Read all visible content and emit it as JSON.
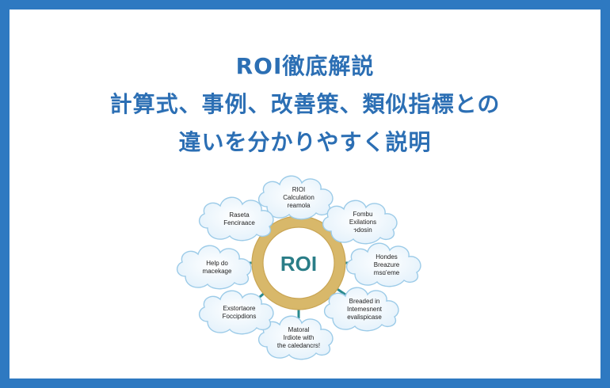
{
  "title": {
    "line1": "ROI徹底解説",
    "line2": "計算式、事例、改善策、類似指標との",
    "line3": "違いを分かりやすく説明"
  },
  "diagram": {
    "center_label": "ROI",
    "bubbles": [
      {
        "l1": "RIOI",
        "l2": "Calculation",
        "l3": "reamola"
      },
      {
        "l1": "Fombu",
        "l2": "Exilations",
        "l3": "ንdosin"
      },
      {
        "l1": "Hondes",
        "l2": "Breazure",
        "l3": "msɑ’eme"
      },
      {
        "l1": "Breaded in",
        "l2": "Intemesnent",
        "l3": "evalispicase"
      },
      {
        "l1": "Matoral",
        "l2": "Irdiote with",
        "l3": "the caledancrs!"
      },
      {
        "l1": "Exstortaore",
        "l2": "Foccipdions",
        "l3": ""
      },
      {
        "l1": "Help do",
        "l2": "macekage",
        "l3": ""
      },
      {
        "l1": "Raseta",
        "l2": "Fenciraace",
        "l3": ""
      }
    ]
  },
  "colors": {
    "background": "#2e79c1",
    "title": "#2c6fb4",
    "ring": "#d8b86a",
    "spoke": "#2a8a8e",
    "roi_text": "#2a7d87"
  }
}
